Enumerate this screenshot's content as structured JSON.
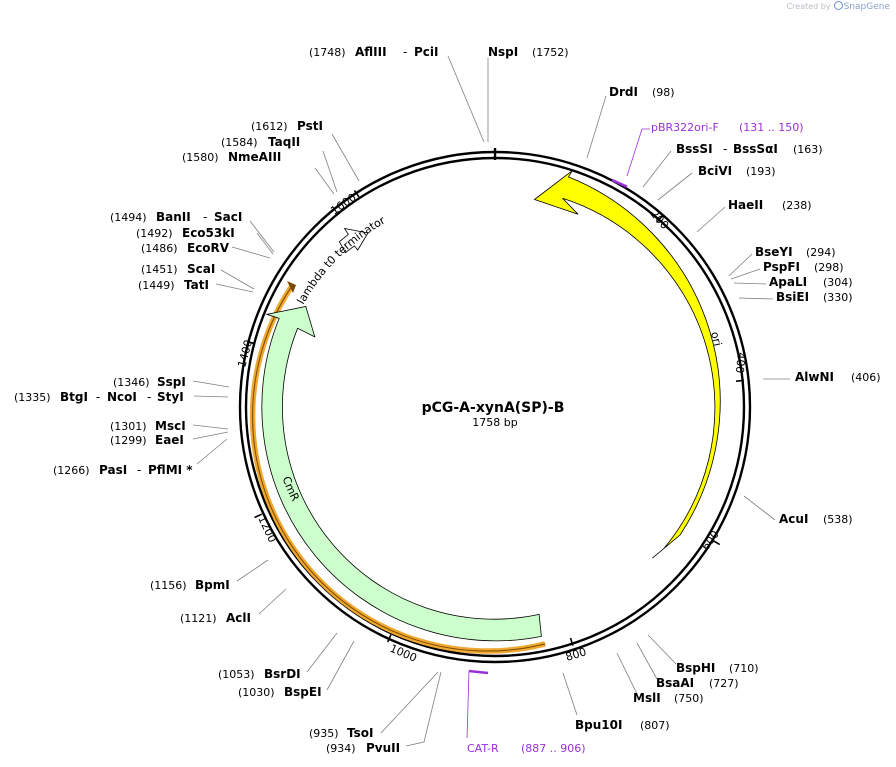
{
  "credit": {
    "created_by": "Created by",
    "brand": "SnapGene"
  },
  "plasmid": {
    "name": "pCG-A-xynA(SP)-B",
    "length_label": "1758 bp"
  },
  "scale_ticks": [
    "200",
    "400",
    "600",
    "800",
    "1000",
    "1200",
    "1400",
    "1600"
  ],
  "sites": [
    {
      "name": "AflIII",
      "name2": "PciI",
      "pos": "(1748)"
    },
    {
      "name": "NspI",
      "pos": "(1752)"
    },
    {
      "name": "DrdI",
      "pos": "(98)"
    },
    {
      "name": "BssSI",
      "name2": "BssSαI",
      "pos": "(163)"
    },
    {
      "name": "BciVI",
      "pos": "(193)"
    },
    {
      "name": "HaeII",
      "pos": "(238)"
    },
    {
      "name": "BseYI",
      "pos": "(294)"
    },
    {
      "name": "PspFI",
      "pos": "(298)"
    },
    {
      "name": "ApaLI",
      "pos": "(304)"
    },
    {
      "name": "BsiEI",
      "pos": "(330)"
    },
    {
      "name": "AlwNI",
      "pos": "(406)"
    },
    {
      "name": "AcuI",
      "pos": "(538)"
    },
    {
      "name": "BspHI",
      "pos": "(710)"
    },
    {
      "name": "BsaAI",
      "pos": "(727)"
    },
    {
      "name": "MslI",
      "pos": "(750)"
    },
    {
      "name": "Bpu10I",
      "pos": "(807)"
    },
    {
      "name": "PvuII",
      "pos": "(934)"
    },
    {
      "name": "TsoI",
      "pos": "(935)"
    },
    {
      "name": "BspEI",
      "pos": "(1030)"
    },
    {
      "name": "BsrDI",
      "pos": "(1053)"
    },
    {
      "name": "AclI",
      "pos": "(1121)"
    },
    {
      "name": "BpmI",
      "pos": "(1156)"
    },
    {
      "name": "PasI",
      "name2": "PflMI *",
      "pos": "(1266)"
    },
    {
      "name": "EaeI",
      "pos": "(1299)"
    },
    {
      "name": "MscI",
      "pos": "(1301)"
    },
    {
      "name": "BtgI",
      "name2": "NcoI",
      "name3": "StyI",
      "pos": "(1335)"
    },
    {
      "name": "SspI",
      "pos": "(1346)"
    },
    {
      "name": "TatI",
      "pos": "(1449)"
    },
    {
      "name": "ScaI",
      "pos": "(1451)"
    },
    {
      "name": "EcoRV",
      "pos": "(1486)"
    },
    {
      "name": "Eco53kI",
      "pos": "(1492)"
    },
    {
      "name": "BanII",
      "name2": "SacI",
      "pos": "(1494)"
    },
    {
      "name": "NmeAIII",
      "pos": "(1580)"
    },
    {
      "name": "TaqII",
      "pos": "(1584)"
    },
    {
      "name": "PstI",
      "pos": "(1612)"
    }
  ],
  "primers": [
    {
      "name": "pBR322ori-F",
      "range": "(131 .. 150)"
    },
    {
      "name": "CAT-R",
      "range": "(887 .. 906)"
    }
  ],
  "features": [
    {
      "name": "ori",
      "color": "#ffff00"
    },
    {
      "name": "CmR",
      "color": "#ccffcc"
    },
    {
      "name": "lambda t0 terminator",
      "color": "#ffffff"
    }
  ],
  "colors": {
    "primer": "#9b30d9",
    "orf": "#f0a830",
    "outline": "#000000"
  }
}
